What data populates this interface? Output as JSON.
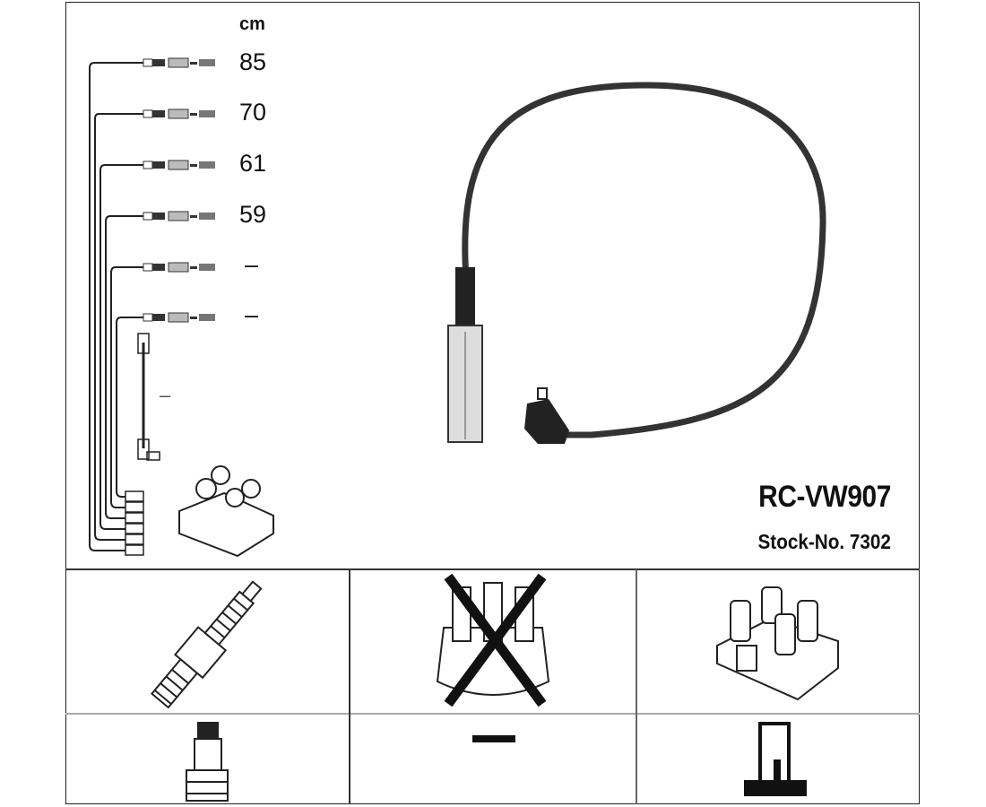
{
  "diagram": {
    "unit_label": "cm",
    "leads": [
      {
        "length": "85"
      },
      {
        "length": "70"
      },
      {
        "length": "61"
      },
      {
        "length": "59"
      },
      {
        "length": "–"
      },
      {
        "length": "–"
      }
    ],
    "coil_lead_length": "–",
    "product_code": "RC-VW907",
    "stock_number": "Stock-No. 7302"
  },
  "compatibility": {
    "spark_plug": "spark-plug-icon",
    "distributor_cap": "distributor-cap-crossed-icon",
    "ignition_coil": "ignition-coil-icon",
    "plug_terminal": "plug-terminal-icon",
    "distributor_terminal": "–",
    "coil_terminal": "coil-terminal-icon"
  }
}
